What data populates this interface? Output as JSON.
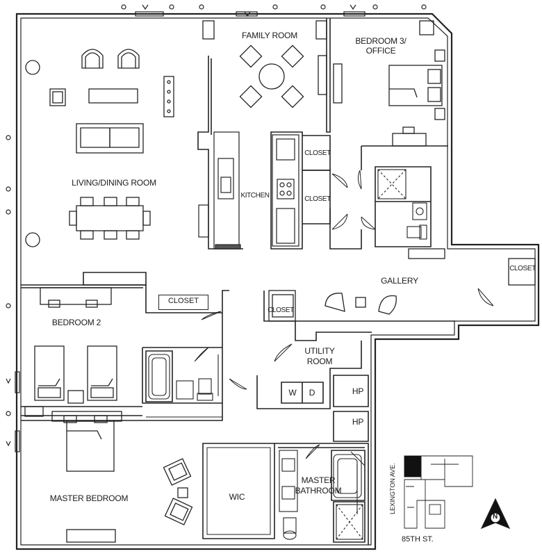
{
  "rooms": {
    "family_room": "FAMILY ROOM",
    "bedroom3_line1": "BEDROOM 3/",
    "bedroom3_line2": "OFFICE",
    "living_dining": "LIVING/DINING ROOM",
    "kitchen": "KITCHEN",
    "closet": "CLOSET",
    "gallery": "GALLERY",
    "bedroom2": "BEDROOM 2",
    "utility_line1": "UTILITY",
    "utility_line2": "ROOM",
    "washer": "W",
    "dryer": "D",
    "hp": "HP",
    "master_bedroom": "MASTER BEDROOM",
    "wic": "WIC",
    "master_bath_line1": "MASTER",
    "master_bath_line2": "BATHROOM"
  },
  "keyplan": {
    "avenue": "LEXINGTON AVE.",
    "street": "85TH ST.",
    "north": "N"
  },
  "icons": [
    "north-arrow-icon",
    "key-plan-icon",
    "door-swing-icon",
    "toilet-icon",
    "sink-icon",
    "bathtub-icon",
    "shower-icon",
    "bed-icon",
    "sofa-icon",
    "dining-table-icon",
    "armchair-icon",
    "stove-icon"
  ]
}
